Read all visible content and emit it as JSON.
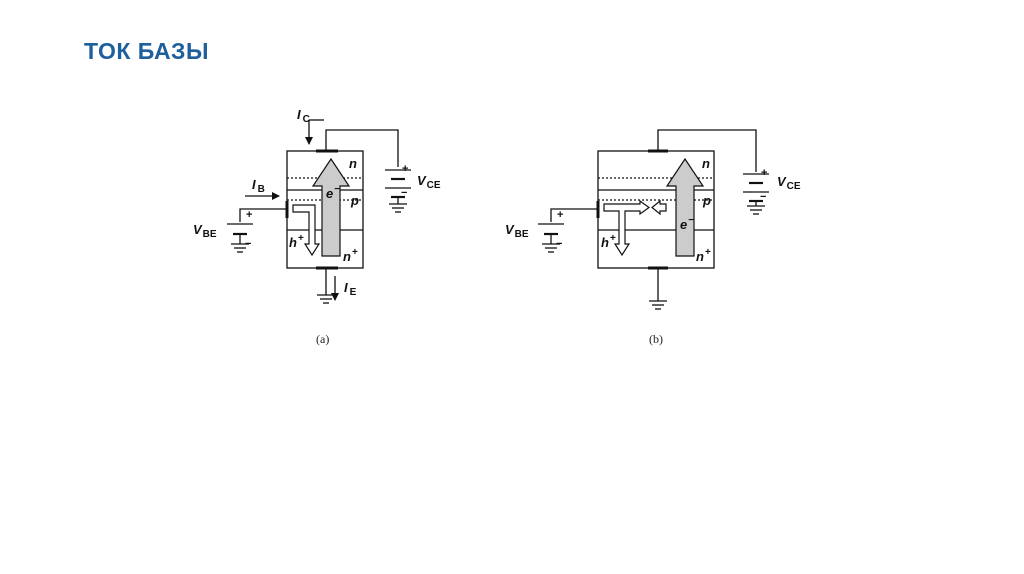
{
  "slide": {
    "title": "ТОК БАЗЫ",
    "title_color": "#1f5f9c"
  },
  "diagram": {
    "line_color": "#111111",
    "arrow_fill": "#cccccc",
    "panel_a": {
      "caption": "(a)",
      "collector_current": {
        "main": "I",
        "sub": "C"
      },
      "base_current": {
        "main": "I",
        "sub": "B"
      },
      "emitter_current": {
        "main": "I",
        "sub": "E"
      },
      "vbe": {
        "main": "V",
        "sub": "BE"
      },
      "vce": {
        "main": "V",
        "sub": "CE"
      },
      "collector_region": "n",
      "base_region": "p",
      "emitter_region": {
        "main": "n",
        "sup": "+"
      },
      "electron": {
        "main": "e",
        "sup": "−"
      },
      "hole": {
        "main": "h",
        "sup": "+"
      },
      "plus": "+",
      "minus": "−"
    },
    "panel_b": {
      "caption": "(b)",
      "vbe": {
        "main": "V",
        "sub": "BE"
      },
      "vce": {
        "main": "V",
        "sub": "CE"
      },
      "collector_region": "n",
      "base_region": "p",
      "emitter_region": {
        "main": "n",
        "sup": "+"
      },
      "electron": {
        "main": "e",
        "sup": "−"
      },
      "hole": {
        "main": "h",
        "sup": "+"
      },
      "plus": "+",
      "minus": "−"
    }
  }
}
